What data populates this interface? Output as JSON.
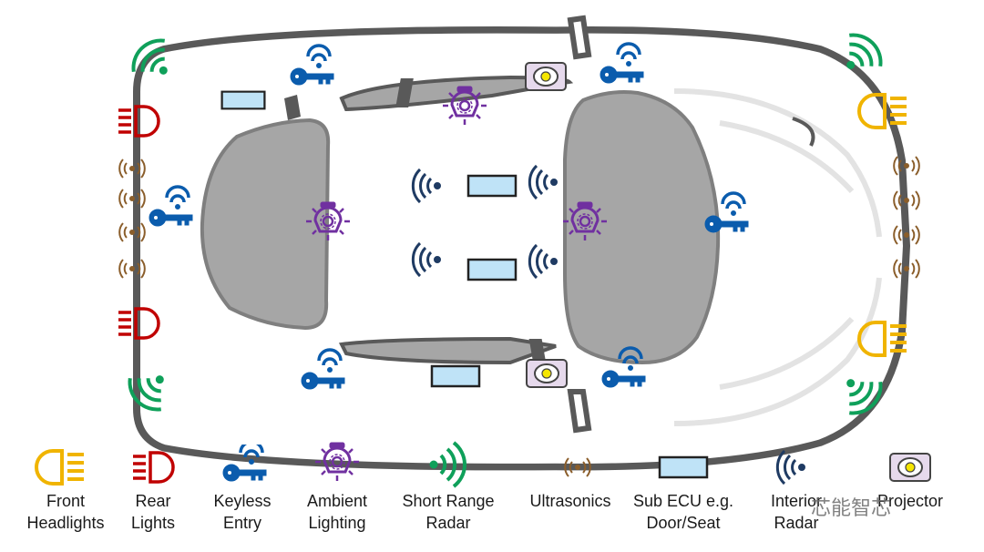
{
  "colors": {
    "front_headlight": "#f0b400",
    "rear_light": "#c00000",
    "keyless": "#0b5cad",
    "ambient": "#7030a0",
    "short_range_radar": "#0fa05a",
    "ultrasonics": "#8b5e2b",
    "sub_ecu_fill": "#bfe3f7",
    "interior_radar": "#1f3b63",
    "projector_fill": "#e6d9ec",
    "car_outline": "#595959",
    "seat_fill": "#a6a6a6"
  },
  "legend": [
    {
      "id": "front-headlights",
      "icon": "headlight-icon",
      "line1": "Front",
      "line2": "Headlights"
    },
    {
      "id": "rear-lights",
      "icon": "rear-light-icon",
      "line1": "Rear",
      "line2": "Lights"
    },
    {
      "id": "keyless-entry",
      "icon": "key-wifi-icon",
      "line1": "Keyless",
      "line2": "Entry"
    },
    {
      "id": "ambient-lighting",
      "icon": "bulb-icon",
      "line1": "Ambient",
      "line2": "Lighting"
    },
    {
      "id": "short-range-radar",
      "icon": "radar-icon",
      "line1": "Short Range",
      "line2": "Radar"
    },
    {
      "id": "ultrasonics",
      "icon": "ultrasonic-icon",
      "line1": "Ultrasonics",
      "line2": ""
    },
    {
      "id": "sub-ecu",
      "icon": "ecu-icon",
      "line1": "Sub ECU e.g.",
      "line2": "Door/Seat"
    },
    {
      "id": "interior-radar",
      "icon": "interior-radar-icon",
      "line1": "Interior",
      "line2": "Radar"
    },
    {
      "id": "projector",
      "icon": "projector-icon",
      "line1": "Projector",
      "line2": ""
    }
  ],
  "watermark": "芯能智芯"
}
